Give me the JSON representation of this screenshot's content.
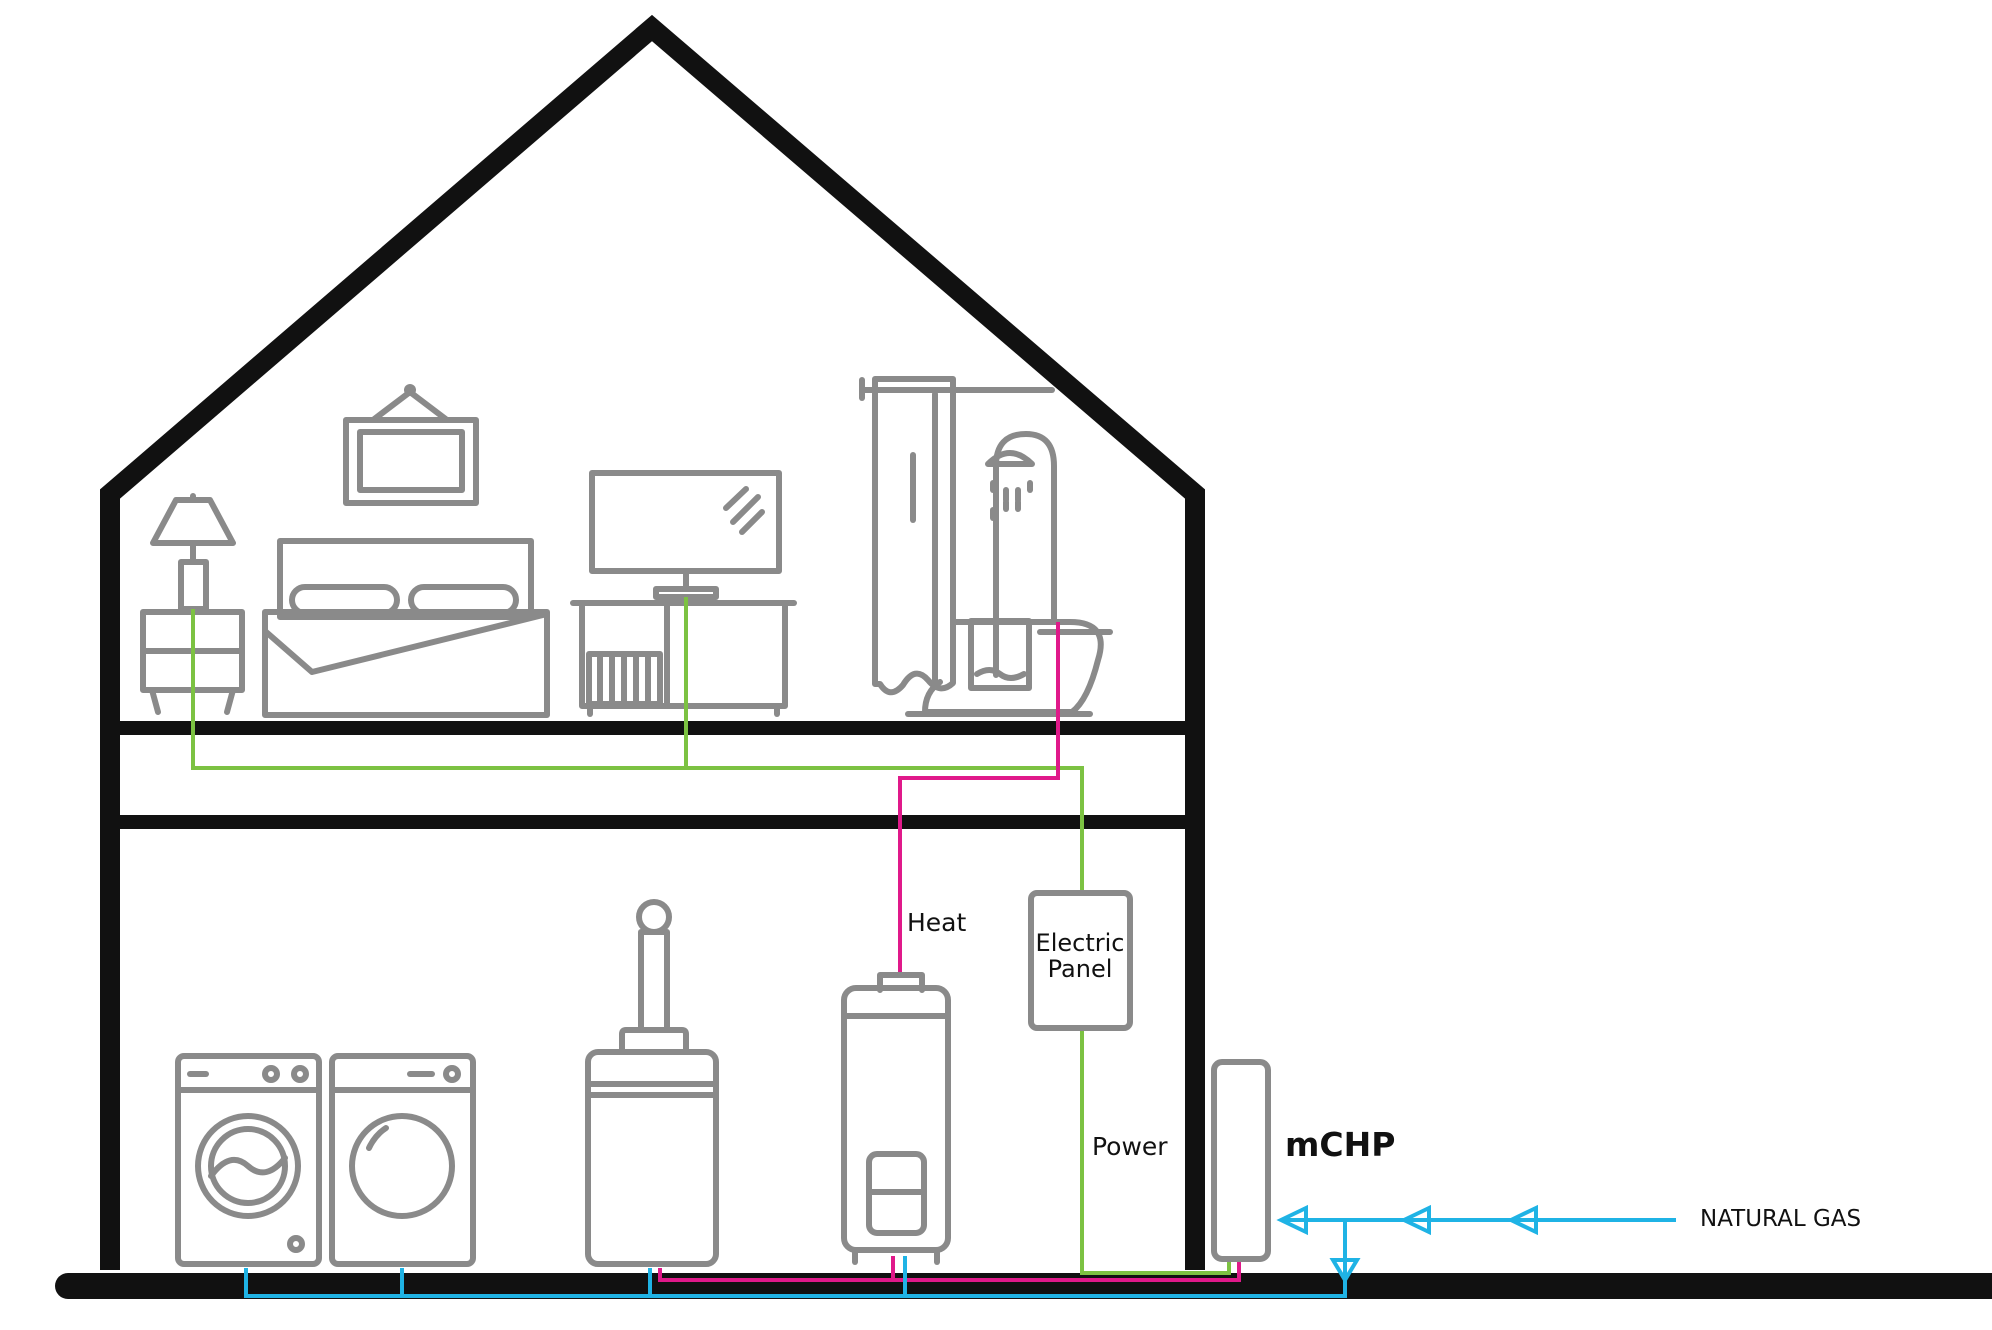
{
  "labels": {
    "heat": "Heat",
    "electric_panel_line1": "Electric",
    "electric_panel_line2": "Panel",
    "power": "Power",
    "mchp": "mCHP",
    "natural_gas": "NATURAL GAS"
  },
  "colors": {
    "structure": "#111111",
    "appliance_outline": "#8a8a8a",
    "power_line": "#7cc242",
    "heat_line": "#e0198a",
    "gas_line": "#1fb3e5"
  },
  "icons": [
    "lamp-icon",
    "nightstand-icon",
    "picture-frame-icon",
    "bed-icon",
    "television-icon",
    "tv-stand-icon",
    "radiator-icon",
    "shower-curtain-icon",
    "shower-head-icon",
    "bathtub-icon",
    "washing-machine-icon",
    "dryer-icon",
    "furnace-icon",
    "water-heater-icon",
    "electric-panel-icon",
    "mchp-unit-icon"
  ]
}
